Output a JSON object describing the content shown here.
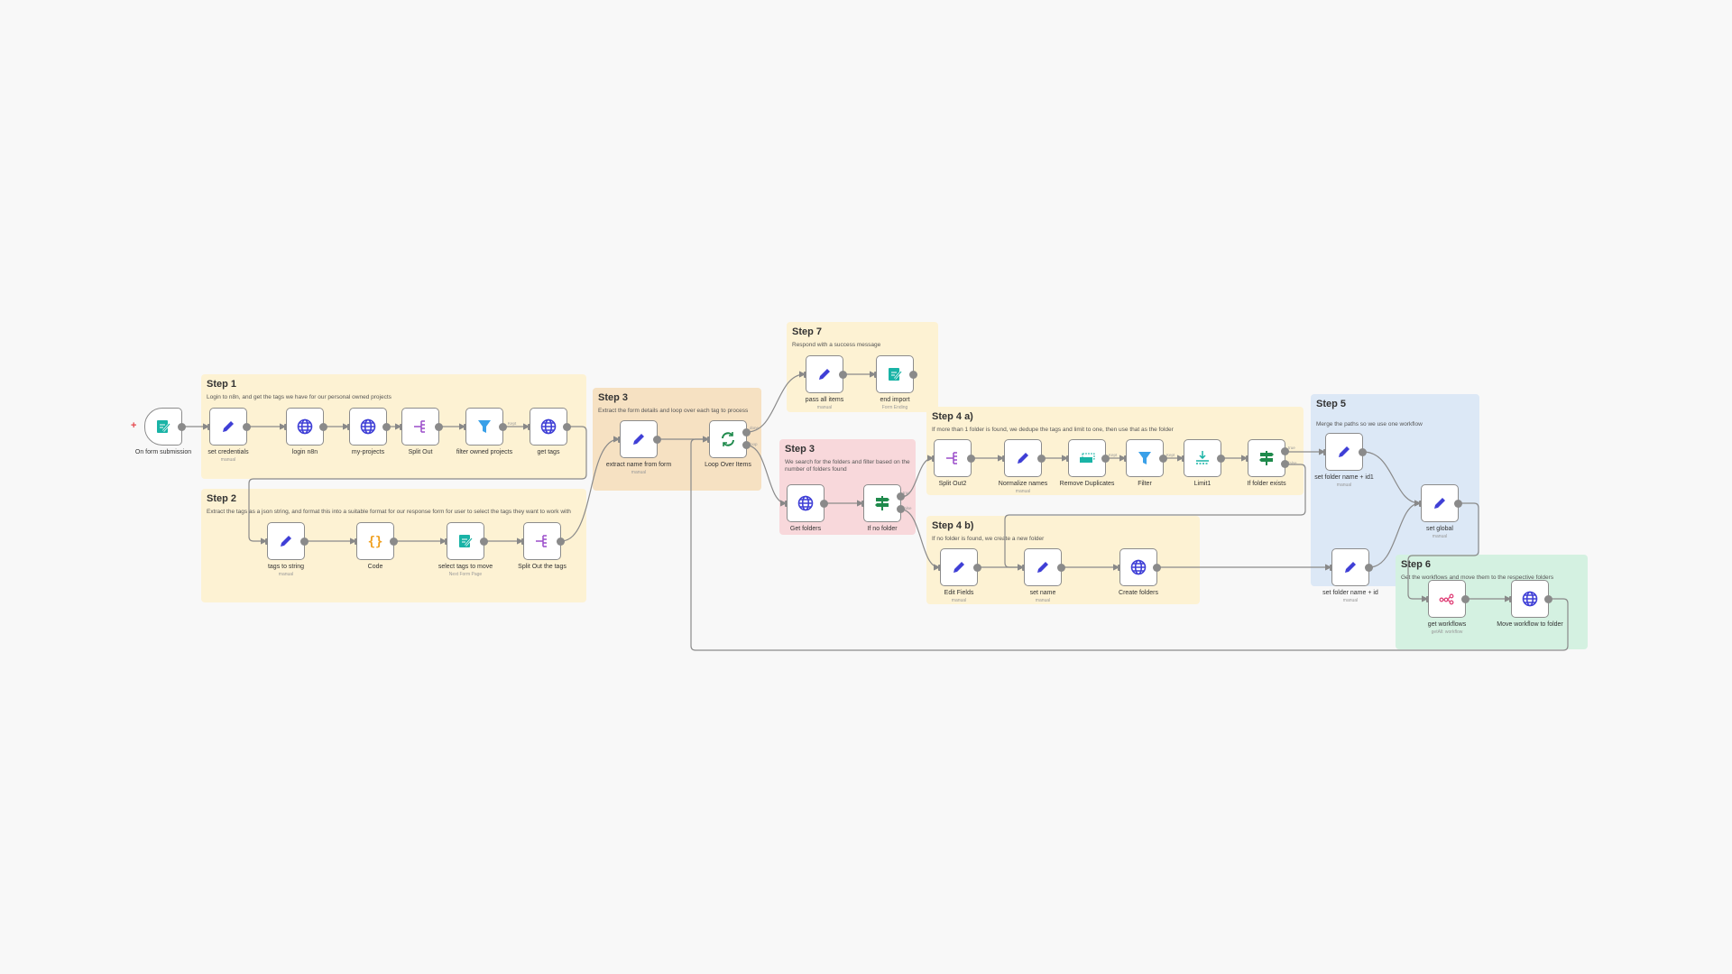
{
  "stickies": [
    {
      "title": "Step 1",
      "text": "Login to n8n, and get the tags we have for our personal owned projects"
    },
    {
      "title": "Step 2",
      "text": "Extract the tags as a json string, and format this into a suitable format for our response form for user to select the tags they want to work with"
    },
    {
      "title": "Step 3",
      "text": "Extract the form details and loop over each tag to process"
    },
    {
      "title": "Step 7",
      "text": "Respond with a success message"
    },
    {
      "title": "Step 3",
      "text": "We search for the folders and filter based on the number of folders found"
    },
    {
      "title": "Step 4 a)",
      "text": "If more than 1 folder is found, we dedupe the tags and limit to one, then use that as the folder"
    },
    {
      "title": "Step 4 b)",
      "text": "If no folder is found, we create a new folder"
    },
    {
      "title": "Step 5",
      "text": "Merge the paths so we use one workflow"
    },
    {
      "title": "Step 6",
      "text": "Get the workflows and move them to the respective folders"
    }
  ],
  "nodes": [
    {
      "label": "On form submission",
      "icon": "form-icon"
    },
    {
      "label": "set credentials",
      "sub": "manual",
      "icon": "pencil-icon"
    },
    {
      "label": "login n8n",
      "icon": "globe-icon"
    },
    {
      "label": "my-projects",
      "icon": "globe-icon"
    },
    {
      "label": "Split Out",
      "icon": "split-out-icon"
    },
    {
      "label": "filter owned projects",
      "icon": "filter-icon"
    },
    {
      "label": "get tags",
      "icon": "globe-icon"
    },
    {
      "label": "tags to string",
      "sub": "manual",
      "icon": "pencil-icon"
    },
    {
      "label": "Code",
      "icon": "code-icon"
    },
    {
      "label": "select tags to move",
      "sub": "Next Form Page",
      "icon": "form-icon"
    },
    {
      "label": "Split Out the tags",
      "icon": "split-out-icon"
    },
    {
      "label": "extract name from form",
      "sub": "manual",
      "icon": "pencil-icon"
    },
    {
      "label": "Loop Over Items",
      "icon": "loop-icon"
    },
    {
      "label": "pass all items",
      "sub": "manual",
      "icon": "pencil-icon"
    },
    {
      "label": "end import",
      "sub": "Form Ending",
      "icon": "form-icon"
    },
    {
      "label": "Get folders",
      "icon": "globe-icon"
    },
    {
      "label": "If no folder",
      "icon": "if-icon"
    },
    {
      "label": "Split Out2",
      "icon": "split-out-icon"
    },
    {
      "label": "Normalize names",
      "sub": "manual",
      "icon": "pencil-icon"
    },
    {
      "label": "Remove Duplicates",
      "icon": "dedupe-icon"
    },
    {
      "label": "Filter",
      "icon": "filter-icon"
    },
    {
      "label": "Limit1",
      "icon": "limit-icon"
    },
    {
      "label": "If folder exists",
      "icon": "if-icon"
    },
    {
      "label": "Edit Fields",
      "sub": "manual",
      "icon": "pencil-icon"
    },
    {
      "label": "set name",
      "sub": "manual",
      "icon": "pencil-icon"
    },
    {
      "label": "Create folders",
      "icon": "globe-icon"
    },
    {
      "label": "set folder name + id1",
      "sub": "manual",
      "icon": "pencil-icon"
    },
    {
      "label": "set global",
      "sub": "manual",
      "icon": "pencil-icon"
    },
    {
      "label": "set folder name + id",
      "sub": "manual",
      "icon": "pencil-icon"
    },
    {
      "label": "get workflows",
      "sub": "getAll: workflow",
      "icon": "n8n-icon"
    },
    {
      "label": "Move workflow to folder",
      "icon": "globe-icon"
    }
  ],
  "edge_labels": {
    "kept": "Kept",
    "done": "done",
    "loop": "loop",
    "true": "true",
    "false": "false"
  },
  "colors": {
    "canvas": "#f8f8f8",
    "pencil": "#3f3fd6",
    "globe": "#3f3fd6",
    "split": "#9b4dca",
    "filter": "#3aa0e8",
    "form": "#19b3a6",
    "code": "#f0a020",
    "if": "#1f8a4c",
    "n8n": "#e0457b"
  }
}
